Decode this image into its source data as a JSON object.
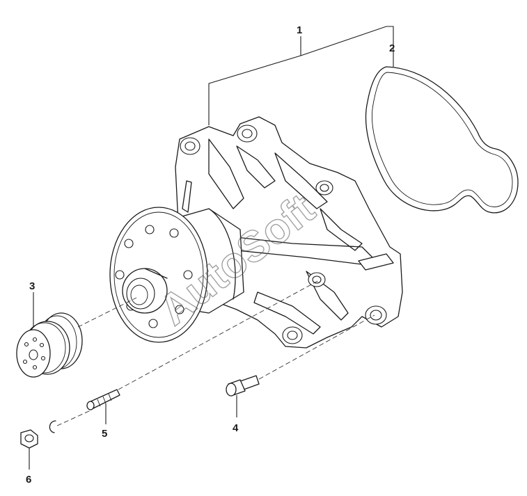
{
  "diagram": {
    "callouts": [
      {
        "id": "1",
        "label": "1"
      },
      {
        "id": "2",
        "label": "2"
      },
      {
        "id": "3",
        "label": "3"
      },
      {
        "id": "4",
        "label": "4"
      },
      {
        "id": "5",
        "label": "5"
      },
      {
        "id": "6",
        "label": "6"
      }
    ],
    "watermark": "AutoSoft"
  }
}
